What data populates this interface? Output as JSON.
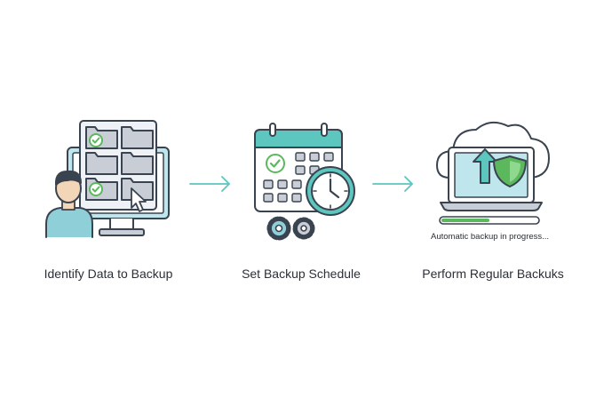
{
  "steps": [
    {
      "label": "Identify Data to Backup",
      "icon": "folders-on-monitor-icon"
    },
    {
      "label": "Set Backup Schedule",
      "icon": "calendar-clock-icon"
    },
    {
      "label": "Perform Regular Backuks",
      "icon": "cloud-backup-laptop-icon"
    }
  ],
  "backup_status": {
    "text": "Automatic backup in progress...",
    "progress": 0.5
  },
  "colors": {
    "accent": "#5cc6bf",
    "screen": "#bfe6ec",
    "check": "#5cb85c",
    "outline": "#3a4350",
    "folder": "#c9ced6",
    "skin": "#f3d5b8",
    "shirt": "#8fd0d8"
  }
}
